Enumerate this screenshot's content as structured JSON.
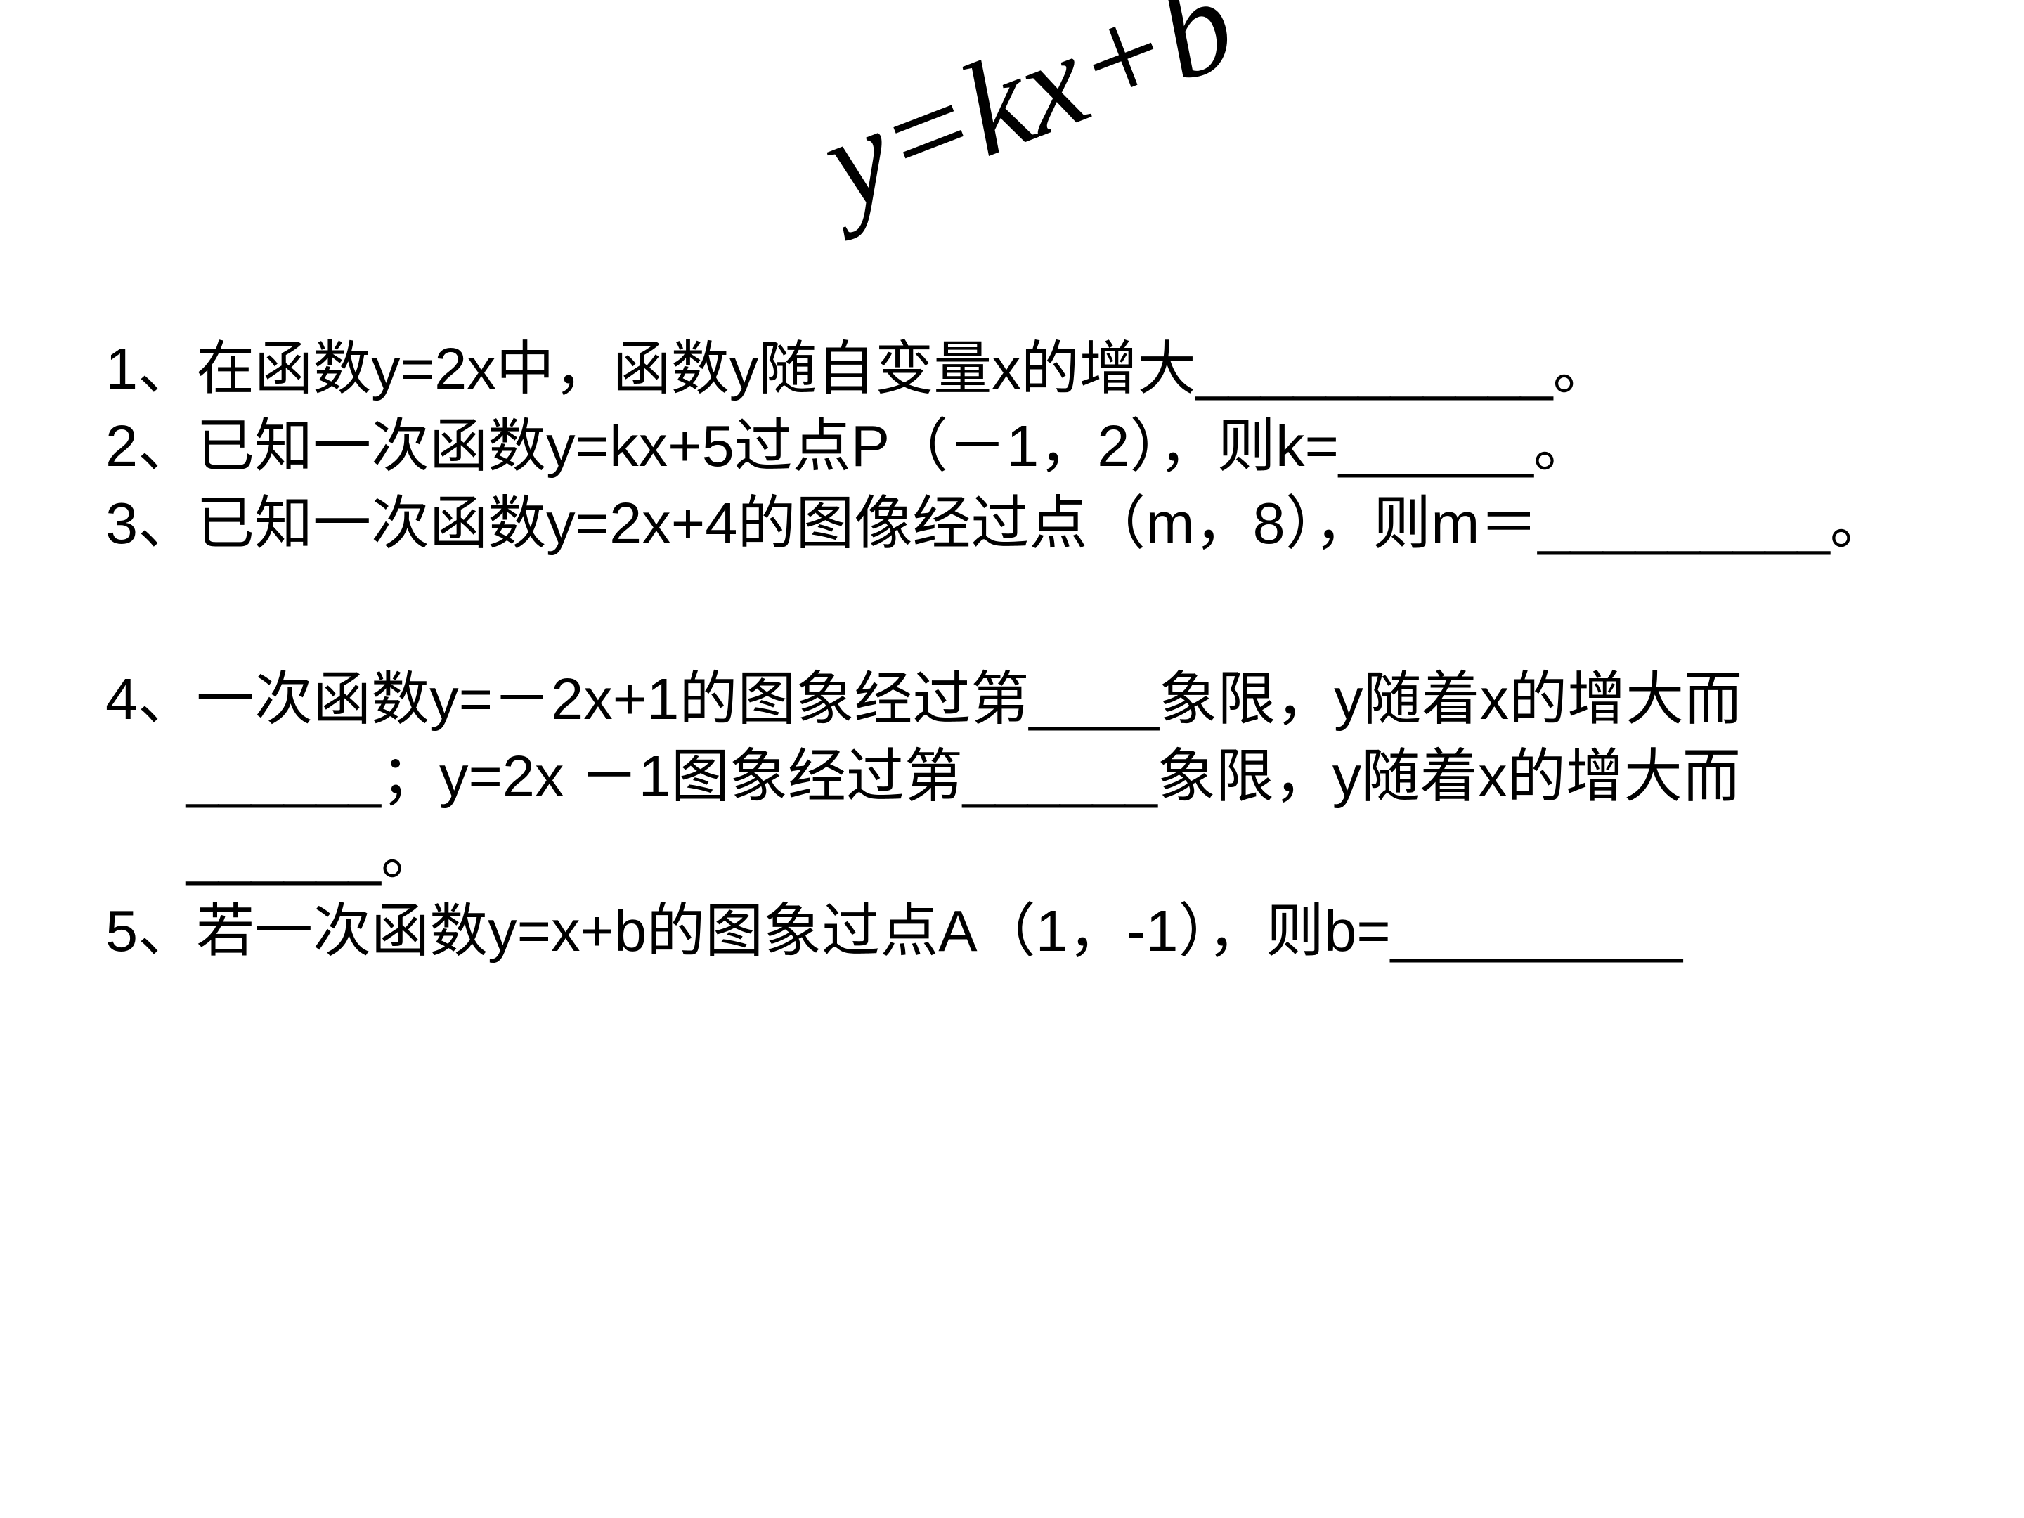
{
  "title": "y=kx+b",
  "questions": [
    "1、在函数y=2x中，函数y随自变量x的增大___________。",
    "2、已知一次函数y=kx+5过点P（－1，2），则k=______。",
    "3、已知一次函数y=2x+4的图像经过点（m，8），则m＝_________。",
    "4、一次函数y=－2x+1的图象经过第____象限，y随着x的增大而______；y=2x －1图象经过第______象限，y随着x的增大而______。",
    "5、若一次函数y=x+b的图象过点A（1，-1），则b=_________"
  ]
}
